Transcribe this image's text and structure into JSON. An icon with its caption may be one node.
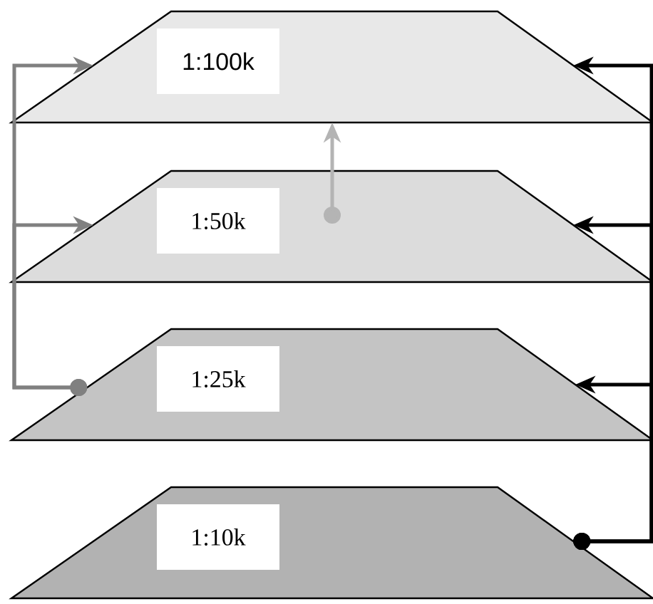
{
  "diagram": {
    "nodes": [
      {
        "text": [
          "1:100k"
        ]
      },
      {
        "text": [
          "1:50k"
        ]
      },
      {
        "text": [
          "1:25k"
        ]
      },
      {
        "text": [
          "1:10k"
        ]
      }
    ],
    "edges": [
      {
        "from": 3,
        "to": 0,
        "arrow": "to"
      },
      {
        "from": 3,
        "to": 1,
        "arrow": "to"
      },
      {
        "from": 3,
        "to": 2,
        "arrow": "to"
      },
      {
        "from": 2,
        "to": 0,
        "arrow": "to",
        "color": "#808080"
      },
      {
        "from": 2,
        "to": 1,
        "arrow": "to",
        "color": "#808080"
      },
      {
        "from": 1,
        "to": 0,
        "arrow": "to",
        "color": "#b4b4b4"
      }
    ]
  }
}
